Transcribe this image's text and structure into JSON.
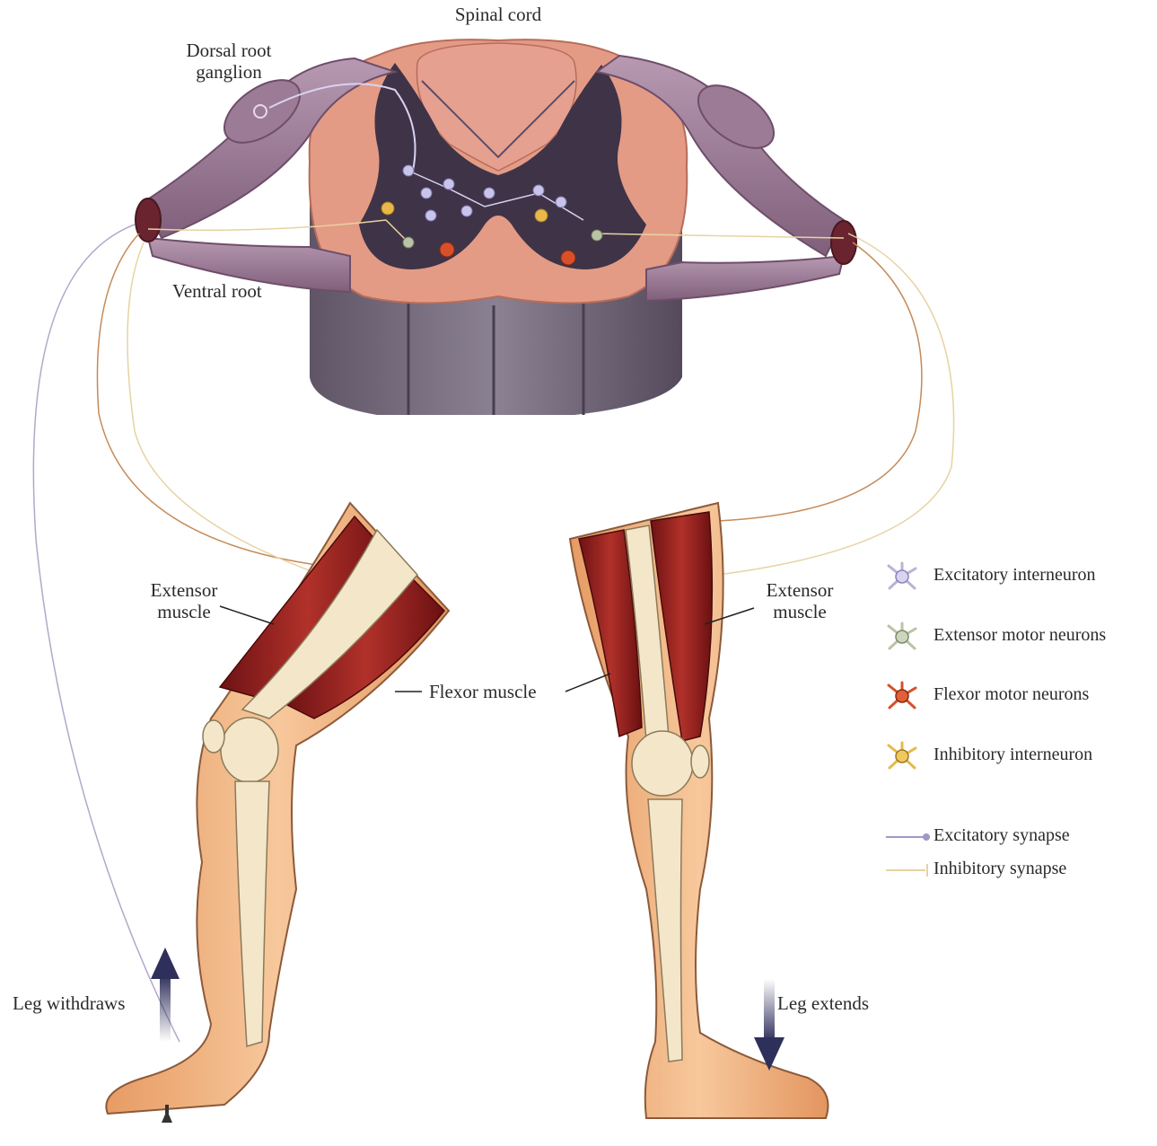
{
  "labels": {
    "spinal_cord": "Spinal cord",
    "dorsal_root_ganglion_1": "Dorsal root",
    "dorsal_root_ganglion_2": "ganglion",
    "ventral_root": "Ventral root",
    "extensor_left_1": "Extensor",
    "extensor_left_2": "muscle",
    "extensor_right_1": "Extensor",
    "extensor_right_2": "muscle",
    "flexor_muscle": "Flexor muscle",
    "leg_withdraws": "Leg withdraws",
    "leg_extends": "Leg extends"
  },
  "legend": {
    "neurons": [
      {
        "label": "Excitatory interneuron",
        "icon": "excitatory-interneuron-icon",
        "color": "#b9b3d9"
      },
      {
        "label": "Extensor motor neurons",
        "icon": "extensor-motor-neuron-icon",
        "color": "#b9c4a6"
      },
      {
        "label": "Flexor motor neurons",
        "icon": "flexor-motor-neuron-icon",
        "color": "#d8502a"
      },
      {
        "label": "Inhibitory interneuron",
        "icon": "inhibitory-interneuron-icon",
        "color": "#e8b94a"
      }
    ],
    "synapses": [
      {
        "label": "Excitatory synapse",
        "color": "#9d9ac8"
      },
      {
        "label": "Inhibitory synapse",
        "color": "#e6d3a2"
      }
    ]
  },
  "colors": {
    "cord_tissue": "#e39b85",
    "gray_matter": "#3f3347",
    "nerve": "#9e7d98",
    "muscle": "#8e1d1f",
    "skin": "#f3b98a",
    "bone": "#f4e6c8",
    "arrow": "#2e2f5a"
  }
}
